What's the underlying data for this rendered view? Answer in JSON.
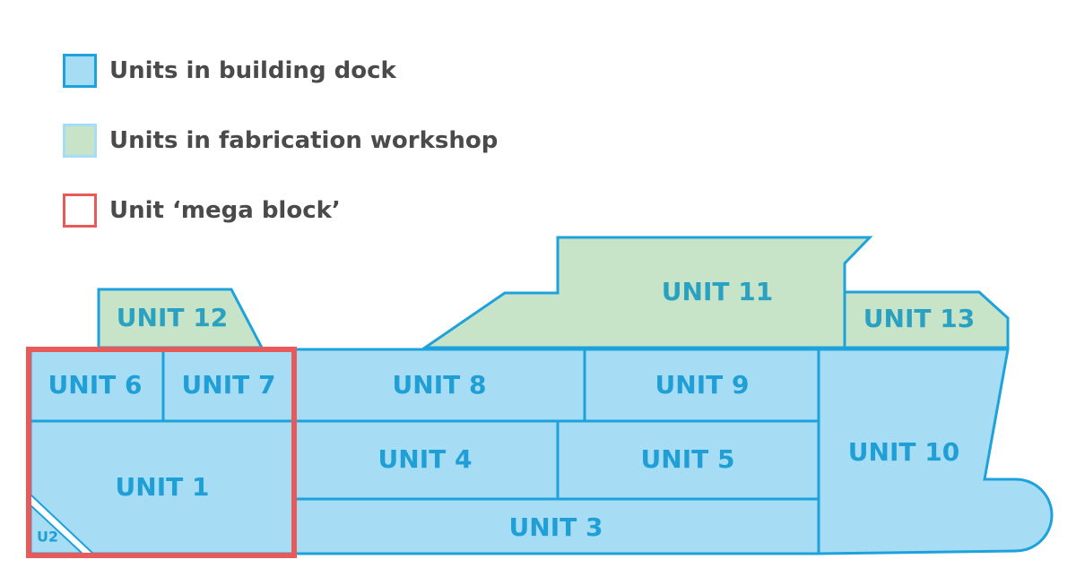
{
  "colors": {
    "dock_fill": "#a6dcf4",
    "dock_stroke": "#1ea2dc",
    "workshop_fill": "#c8e4c8",
    "mega_block": "#e85a5a",
    "label_text": "#4a4a4a",
    "unit_text": "#1f9fd6"
  },
  "legend": [
    {
      "label": "Units in building dock",
      "swatch": "dock"
    },
    {
      "label": "Units in fabrication workshop",
      "swatch": "workshop"
    },
    {
      "label": "Unit ‘mega block’",
      "swatch": "mega"
    }
  ],
  "units": {
    "u1": "UNIT 1",
    "u2": "U2",
    "u3": "UNIT 3",
    "u4": "UNIT 4",
    "u5": "UNIT 5",
    "u6": "UNIT 6",
    "u7": "UNIT 7",
    "u8": "UNIT 8",
    "u9": "UNIT 9",
    "u10": "UNIT 10",
    "u11": "UNIT 11",
    "u12": "UNIT 12",
    "u13": "UNIT 13"
  }
}
